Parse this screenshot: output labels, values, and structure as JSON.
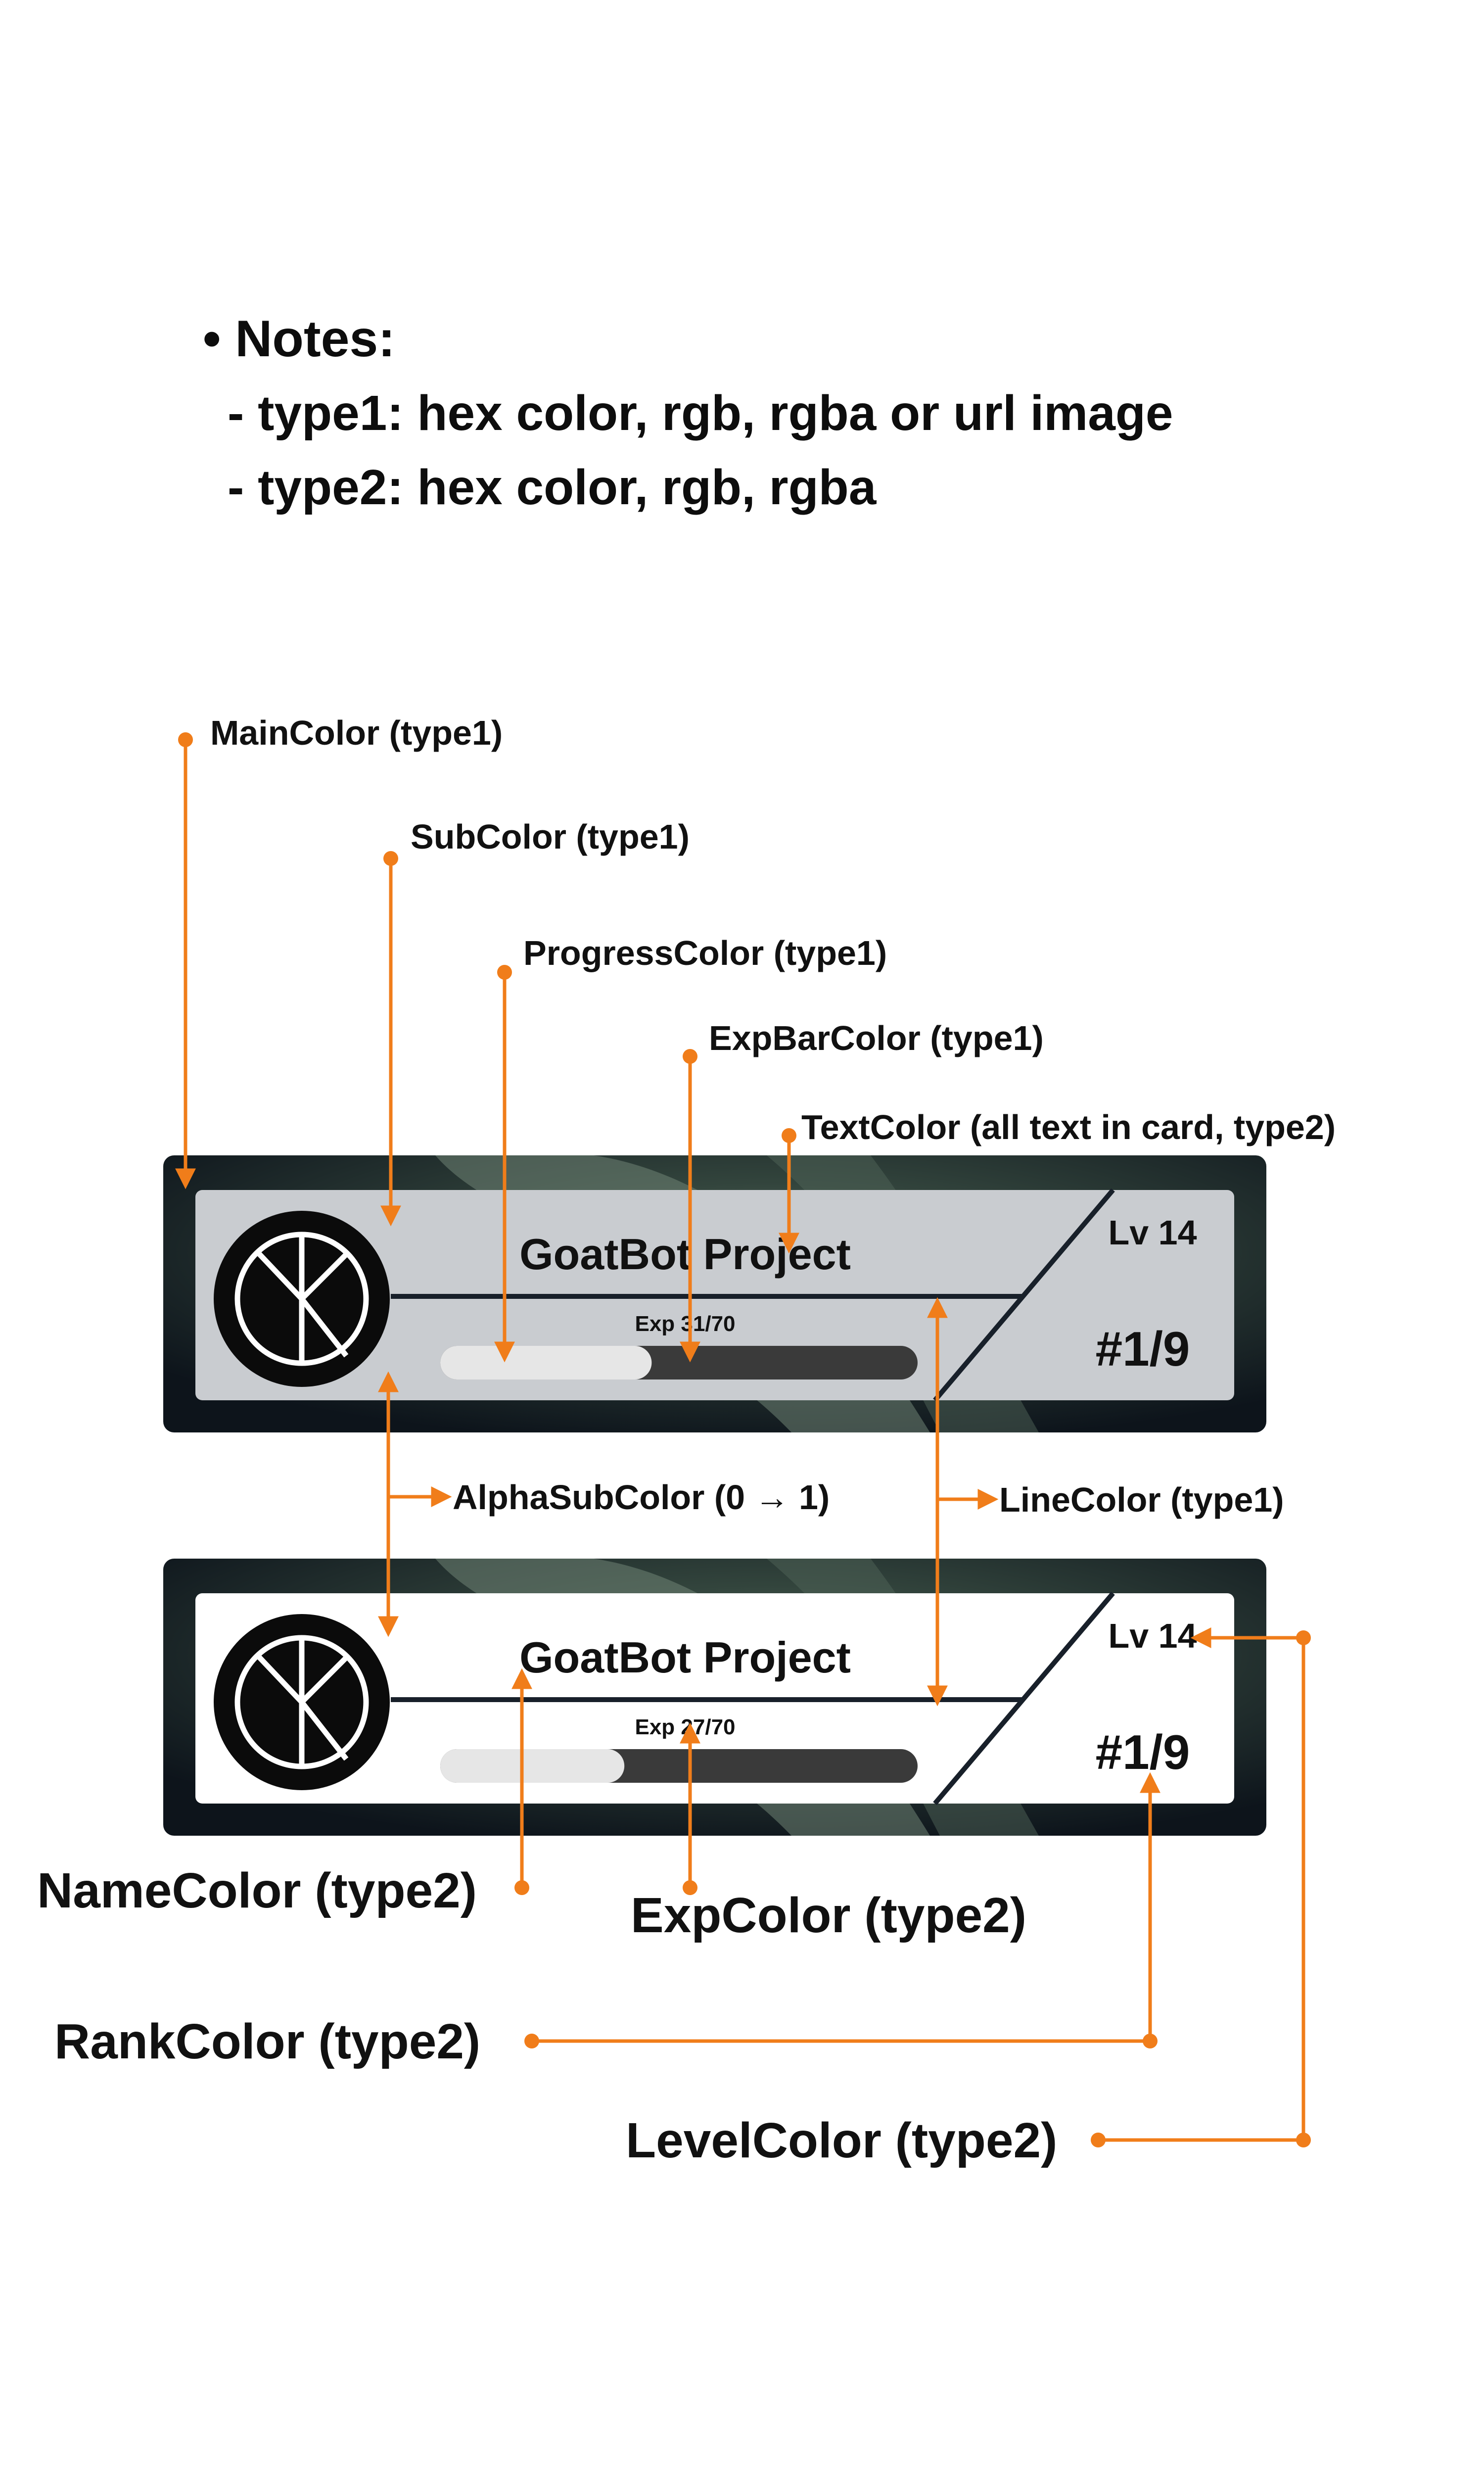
{
  "notes": {
    "title": "• Notes:",
    "type1": "- type1:  hex color, rgb, rgba or url image",
    "type2": "- type2: hex color, rgb, rgba"
  },
  "callouts": {
    "main_color": "MainColor (type1)",
    "sub_color": "SubColor (type1)",
    "progress_color": "ProgressColor (type1)",
    "expbar_color": "ExpBarColor (type1)",
    "text_color": "TextColor (all text in card, type2)",
    "alpha_sub_color": "AlphaSubColor (0 → 1)",
    "line_color": "LineColor (type1)",
    "name_color": "NameColor (type2)",
    "exp_color": "ExpColor (type2)",
    "rank_color": "RankColor (type2)",
    "level_color": "LevelColor (type2)"
  },
  "cards": [
    {
      "name": "GoatBot Project",
      "exp": "Exp 31/70",
      "level": "Lv 14",
      "rank": "#1/9",
      "progress": 0.4429,
      "sub_alpha": 0.55
    },
    {
      "name": "GoatBot Project",
      "exp": "Exp 27/70",
      "level": "Lv 14",
      "rank": "#1/9",
      "progress": 0.3857,
      "sub_alpha": 1.0
    }
  ],
  "colors": {
    "accent": "#f07d1a",
    "main": "#0f1720",
    "sub_top": "#c9ccd0",
    "sub_bottom": "#ffffff",
    "progress": "#e6e6e6",
    "expbar": "#3a3a3a",
    "line": "#18202a",
    "text": "#111111"
  },
  "icons": {
    "avatar": "goatbot-logo-icon",
    "arrow": "arrow-head-icon",
    "dot": "callout-dot-icon"
  }
}
